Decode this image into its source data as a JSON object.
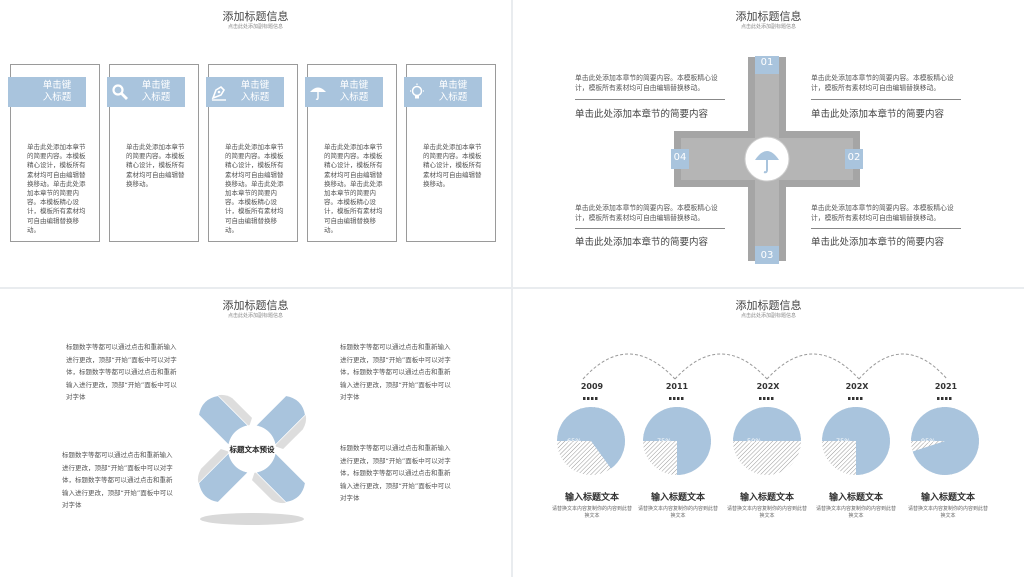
{
  "slide_title": "添加标题信息",
  "slide_subtitle": "点击此处添加副标题信息",
  "slide1": {
    "cards": [
      {
        "label": "单击键\n入标题",
        "icon": "blank-icon",
        "body": "单击此处添加本章节的简要内容。本模板精心设计，模板所有素材均可自由编辑替换移动。单击此处添加本章节的简要内容。本模板精心设计，模板所有素材均可自由编辑替换移动。"
      },
      {
        "label": "单击键\n入标题",
        "icon": "magnifier-icon",
        "body": "单击此处添加本章节的简要内容。本模板精心设计，模板所有素材均可自由编辑替换移动。"
      },
      {
        "label": "单击键\n入标题",
        "icon": "pen-nib-icon",
        "body": "单击此处添加本章节的简要内容。本模板精心设计，模板所有素材均可自由编辑替换移动。单击此处添加本章节的简要内容。本模板精心设计，模板所有素材均可自由编辑替换移动。"
      },
      {
        "label": "单击键\n入标题",
        "icon": "umbrella-icon",
        "body": "单击此处添加本章节的简要内容。本模板精心设计，模板所有素材均可自由编辑替换移动。单击此处添加本章节的简要内容。本模板精心设计，模板所有素材均可自由编辑替换移动。"
      },
      {
        "label": "单击键\n入标题",
        "icon": "lightbulb-icon",
        "body": "单击此处添加本章节的简要内容。本模板精心设计，模板所有素材均可自由编辑替换移动。"
      }
    ]
  },
  "slide2": {
    "numbers": [
      "01",
      "02",
      "03",
      "04"
    ],
    "text": "单击此处添加本章节的简要内容。本模板精心设计，模板所有素材均可自由编辑替换移动。",
    "summary": "单击此处添加本章节的简要内容",
    "center_icon": "umbrella-icon"
  },
  "slide3": {
    "center_label": "标题文本预设",
    "text": "标题数字等都可以通过点击和重新输入进行更改，顶部“开始”面板中可以对字体，标题数字等都可以通过点击和重新输入进行更改，顶部“开始”面板中可以对字体"
  },
  "slide4": {
    "items": [
      {
        "year": "2009",
        "pct": "65%",
        "value": 0.65
      },
      {
        "year": "2011",
        "pct": "75%",
        "value": 0.75
      },
      {
        "year": "202X",
        "pct": "50%",
        "value": 0.5
      },
      {
        "year": "202X",
        "pct": "75%",
        "value": 0.75
      },
      {
        "year": "2021",
        "pct": "95%",
        "value": 0.95
      }
    ],
    "item_label": "输入标题文本",
    "item_desc": "请替换文本内容复制你的内容到此替换文本",
    "colors": {
      "accent": "#a9c4dd",
      "gray": "#a5a5a5"
    }
  }
}
